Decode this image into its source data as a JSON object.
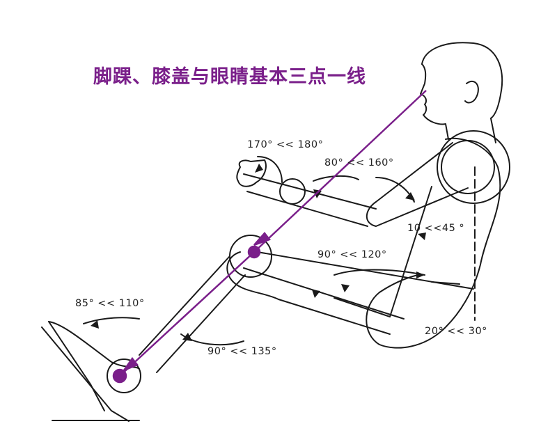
{
  "title": "脚踝、膝盖与眼睛基本三点一线",
  "colors": {
    "accent": "#7a1f8a",
    "line": "#1a1a1a"
  },
  "angles": [
    {
      "id": "wrist",
      "text": "170° << 180°"
    },
    {
      "id": "elbow",
      "text": "80° << 160°"
    },
    {
      "id": "shoulder",
      "text": "10 <<45 °"
    },
    {
      "id": "hip",
      "text": "90° << 120°"
    },
    {
      "id": "ankle",
      "text": "85° << 110°"
    },
    {
      "id": "knee",
      "text": "90° << 135°"
    },
    {
      "id": "backrest",
      "text": "20° << 30°"
    }
  ],
  "alignment_points": [
    "eye",
    "knee",
    "ankle"
  ]
}
